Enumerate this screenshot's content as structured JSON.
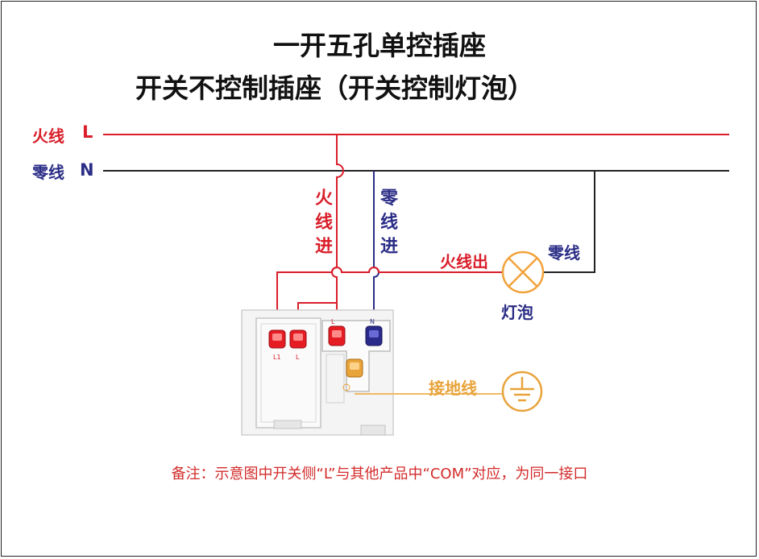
{
  "title_line1": "一开五孔单控插座",
  "title_line2": "开关不控制插座（开关控制灯泡）",
  "live_line_label": "火线",
  "live_line_letter": "L",
  "neutral_line_label": "零线",
  "neutral_line_letter": "N",
  "live_in_label": "火线进",
  "neutral_in_label": "零线进",
  "live_out_label": "火线出",
  "lamp_neutral_label": "零线",
  "lamp_label": "灯泡",
  "ground_label": "接地线",
  "switch_terminal_1": "L1",
  "switch_terminal_2": "L",
  "socket_terminal_l": "L",
  "socket_terminal_n": "N",
  "note": "备注：示意图中开关侧“L”与其他产品中“COM”对应，为同一接口",
  "colors": {
    "live": "#d91e2a",
    "neutral": "#2b2d86",
    "ground": "#e8a33a",
    "lamp": "#f2a23a"
  }
}
